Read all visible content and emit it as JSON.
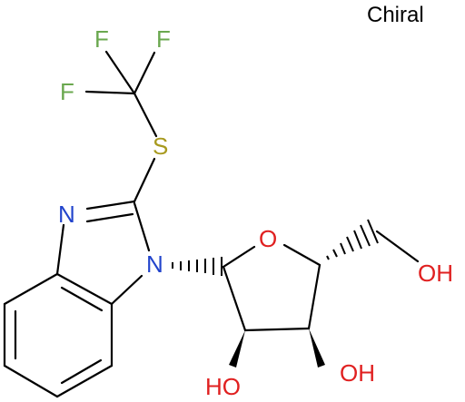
{
  "stereo_note": "Chiral",
  "colors": {
    "bond": "#000000",
    "fluorine": "#6AA84F",
    "sulfur": "#A89A1F",
    "nitrogen": "#2244CC",
    "oxygen": "#E02020"
  },
  "atoms": {
    "f1": "F",
    "f2": "F",
    "f3": "F",
    "s": "S",
    "n_imine": "N",
    "n_ring": "N",
    "o_ring": "O",
    "oh_top": "OH",
    "ho_left": "HO",
    "oh_bottom": "OH"
  }
}
